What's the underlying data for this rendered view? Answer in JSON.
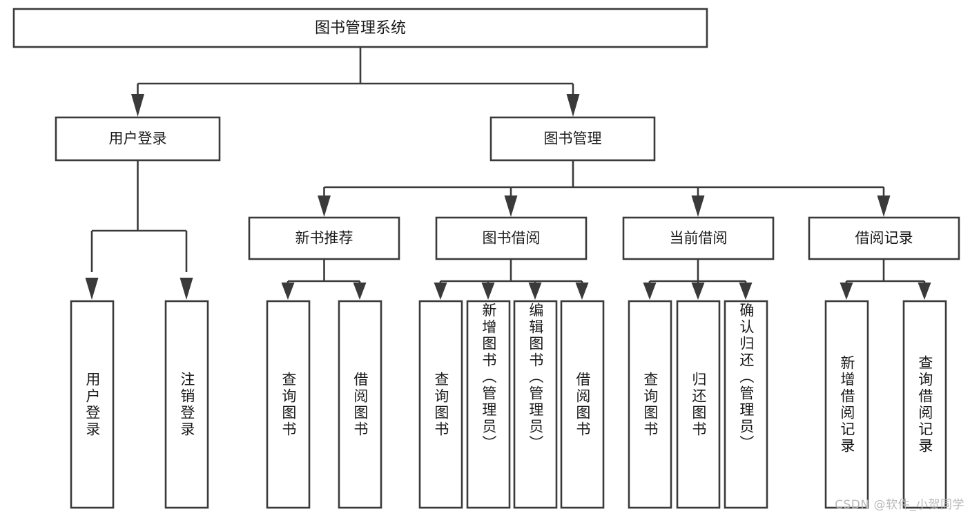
{
  "diagram": {
    "type": "tree-hierarchy",
    "title": "图书管理系统",
    "root": {
      "id": "root",
      "label": "图书管理系统"
    },
    "level2": [
      {
        "id": "user-login",
        "label": "用户登录"
      },
      {
        "id": "book-manage",
        "label": "图书管理"
      }
    ],
    "level3": [
      {
        "id": "new-book-recommend",
        "label": "新书推荐",
        "parent": "book-manage"
      },
      {
        "id": "book-borrow",
        "label": "图书借阅",
        "parent": "book-manage"
      },
      {
        "id": "current-borrow",
        "label": "当前借阅",
        "parent": "book-manage"
      },
      {
        "id": "borrow-record",
        "label": "借阅记录",
        "parent": "book-manage"
      }
    ],
    "leaves": {
      "user-login": [
        {
          "id": "leaf-user-login",
          "label": "用户登录"
        },
        {
          "id": "leaf-user-logout",
          "label": "注销登录"
        }
      ],
      "new-book-recommend": [
        {
          "id": "leaf-query-book-1",
          "label": "查询图书"
        },
        {
          "id": "leaf-borrow-book-1",
          "label": "借阅图书"
        }
      ],
      "book-borrow": [
        {
          "id": "leaf-query-book-2",
          "label": "查询图书"
        },
        {
          "id": "leaf-add-book",
          "label": "新增图书（管理员）"
        },
        {
          "id": "leaf-edit-book",
          "label": "编辑图书（管理员）"
        },
        {
          "id": "leaf-borrow-book-2",
          "label": "借阅图书"
        }
      ],
      "current-borrow": [
        {
          "id": "leaf-query-book-3",
          "label": "查询图书"
        },
        {
          "id": "leaf-return-book",
          "label": "归还图书"
        },
        {
          "id": "leaf-confirm-return",
          "label": "确认归还（管理员）"
        }
      ],
      "borrow-record": [
        {
          "id": "leaf-add-record",
          "label": "新增借阅记录"
        },
        {
          "id": "leaf-query-record",
          "label": "查询借阅记录"
        }
      ]
    }
  },
  "watermark": {
    "text": "CSDN @软件_小贺同学"
  },
  "colors": {
    "stroke": "#3a3a3a",
    "fill": "#ffffff",
    "text": "#1a1a1a",
    "watermark": "#b9b9b9"
  }
}
